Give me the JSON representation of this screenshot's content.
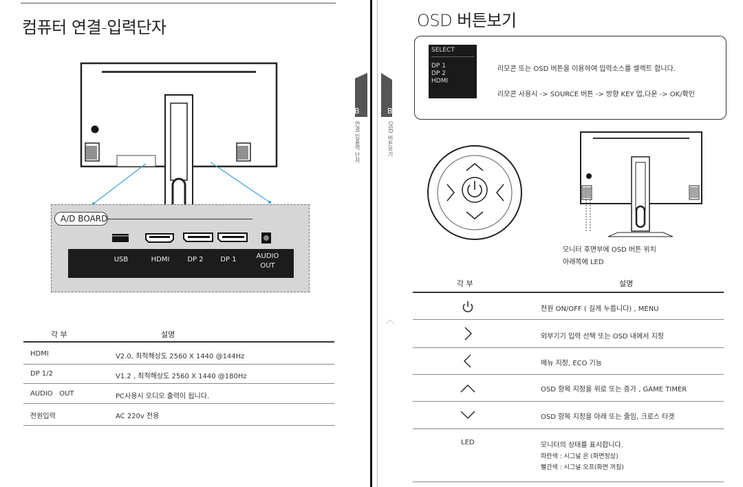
{
  "left": {
    "title": "컴퓨터 연결-입력단자",
    "board_label": "A/D BOARD",
    "ports": [
      "USB",
      "HDMI",
      "DP 2",
      "DP 1",
      "AUDIO\nOUT"
    ],
    "table": {
      "headers": [
        "각 부",
        "설명"
      ],
      "rows": [
        [
          "HDMI",
          "V2.0, 최적해상도 2560 X 1440 @144Hz"
        ],
        [
          "DP  1/2",
          "V1.2 , 최적해상도 2560 X 1440 @180Hz"
        ],
        [
          "AUDIO   OUT",
          "PC사용시 오디오 출력이 됩니다."
        ],
        [
          "전원입력",
          "AC 220v 전용"
        ]
      ]
    }
  },
  "tabs": {
    "left": {
      "letter": "B",
      "text": "연결 입출력 단자"
    },
    "right": {
      "letter": "B",
      "text": "OSD 버튼보기"
    }
  },
  "right": {
    "title": "OSD 버튼보기",
    "select_panel": {
      "header": "SELECT",
      "items": [
        "DP 1",
        "DP 2",
        "HDMI"
      ]
    },
    "info_line1": "리모콘 또는 OSD 버튼을 이용하여 입력소스를 셀렉트 합니다.",
    "info_line2": "리모콘 사용시  -> SOURCE 버튼 -> 방향 KEY  업,다운 -> OK/확인",
    "caption_line1": "모니터 후면부에 OSD 버튼 위치",
    "caption_line2": "아래쪽에 LED",
    "table": {
      "headers": [
        "각 부",
        "설명"
      ],
      "rows": [
        {
          "icon": "power-icon",
          "desc": "전원 ON/OFF ( 길게 누릅니다) , MENU"
        },
        {
          "icon": "chevron-right-icon",
          "desc": "외부기기 입력 선택 또는 OSD 내에서 지정"
        },
        {
          "icon": "chevron-left-icon",
          "desc": "메뉴 지정, ECO 기능"
        },
        {
          "icon": "chevron-up-icon",
          "desc": "OSD 항목 지정을 위로 또는 증가 , GAME TIMER"
        },
        {
          "icon": "chevron-down-icon",
          "desc": "OSD 항목 지정을 아래 또는 줄임, 크로스 타겟"
        }
      ],
      "led_label": "LED",
      "led_lines": [
        "모니터의 상태를 표시합니다.",
        "파란색 : 시그널 온 (화면정상)",
        "빨간색 : 시그널 오프(화면 꺼짐)"
      ]
    }
  }
}
